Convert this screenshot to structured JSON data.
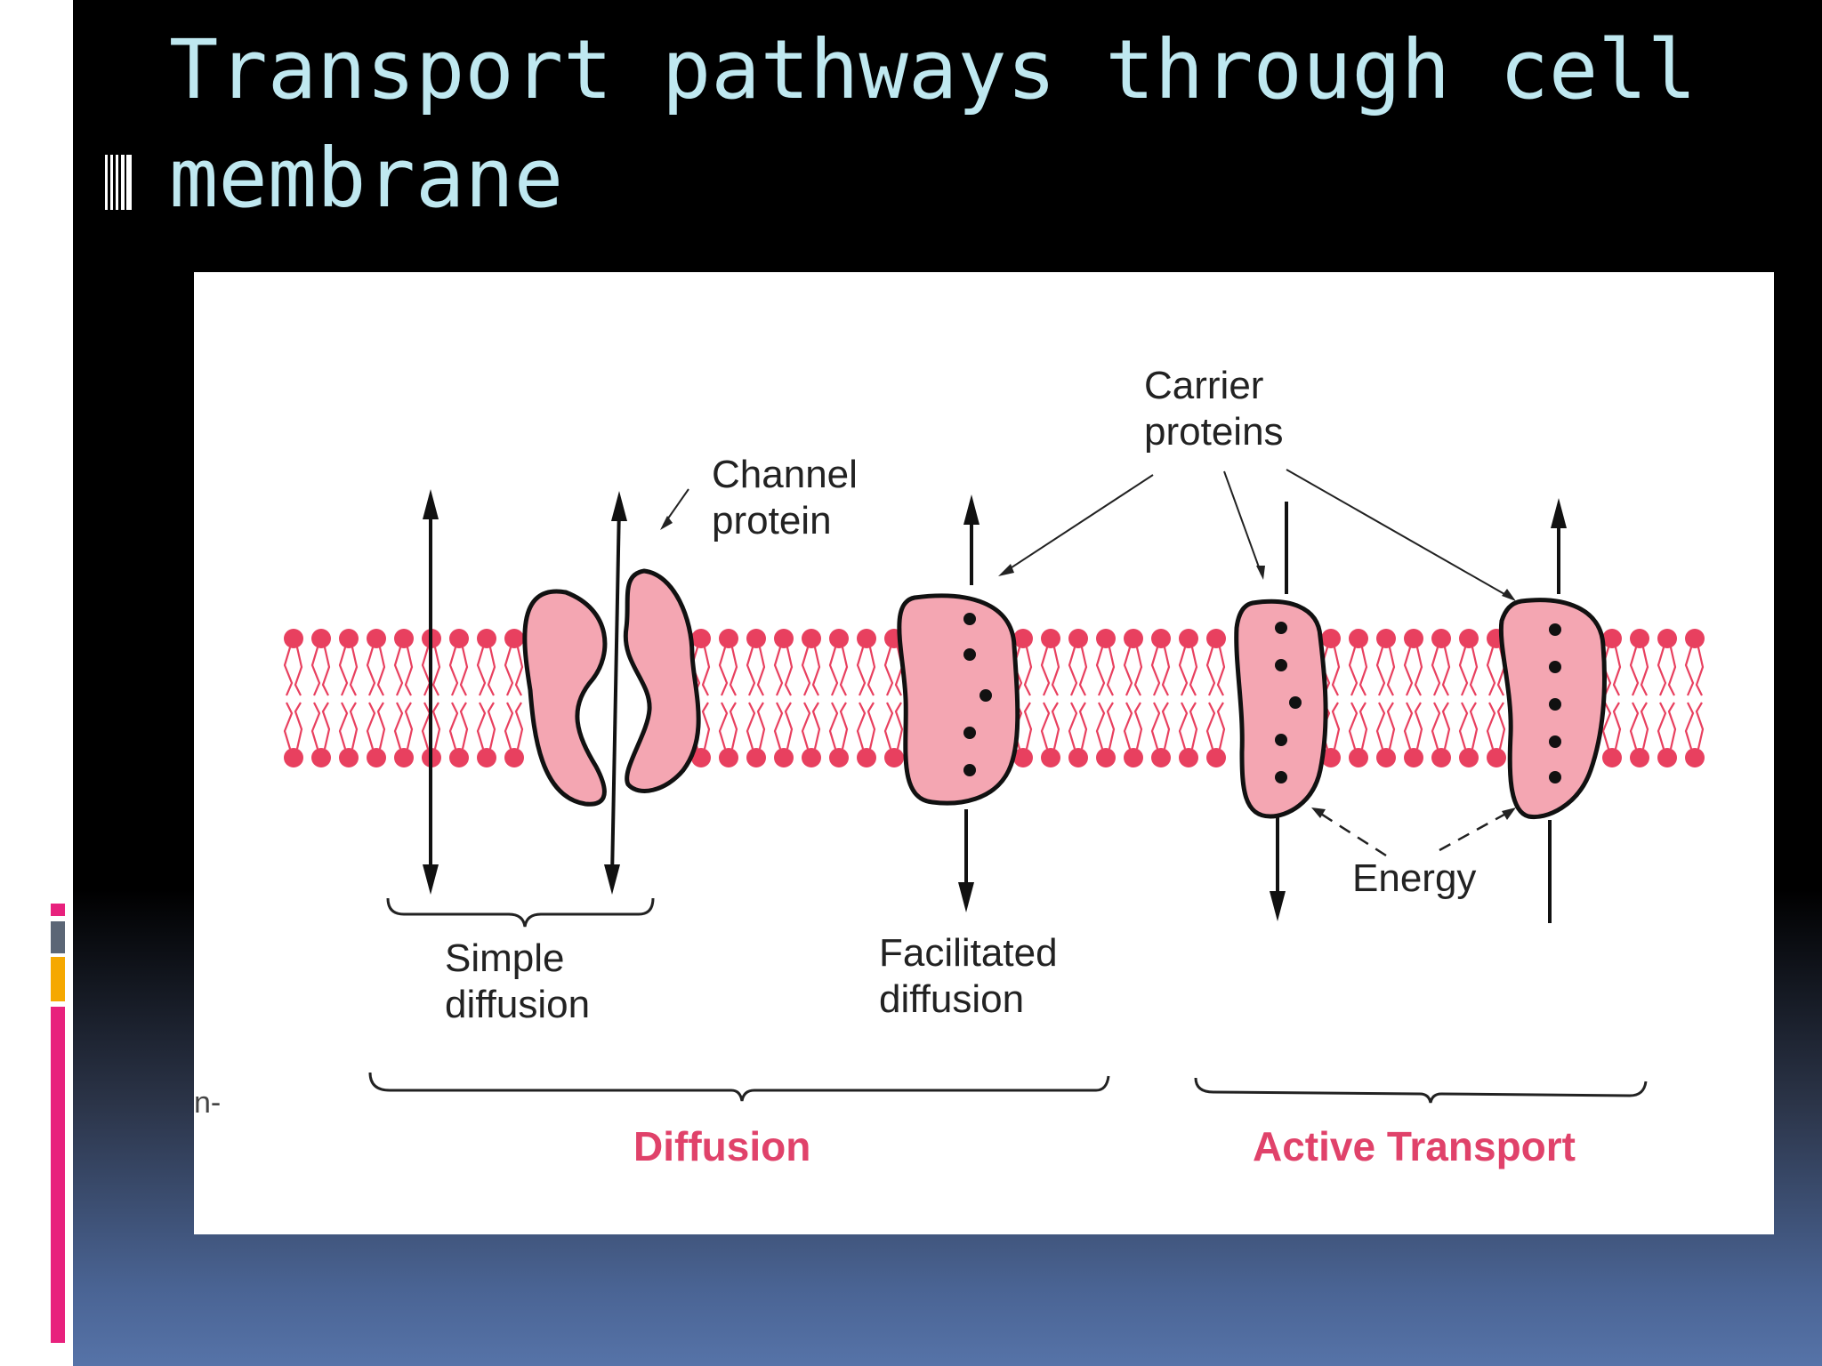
{
  "slide": {
    "title": "Transport pathways through cell membrane"
  },
  "theme": {
    "title_color": "#bfe8f0",
    "membrane_color": "#e8405f",
    "protein_fill": "#f4a6b2",
    "accent_pink": "#e8217d",
    "accent_gray": "#5b6676",
    "accent_gold": "#f5a800"
  },
  "figure": {
    "labels": {
      "channel_protein": [
        "Channel",
        "protein"
      ],
      "carrier_proteins": [
        "Carrier",
        "proteins"
      ],
      "simple_diffusion": [
        "Simple",
        "diffusion"
      ],
      "facilitated_diffusion": [
        "Facilitated",
        "diffusion"
      ],
      "energy": "Energy",
      "diffusion_group": "Diffusion",
      "active_transport_group": "Active Transport",
      "cropped_left_text": "n-"
    }
  }
}
